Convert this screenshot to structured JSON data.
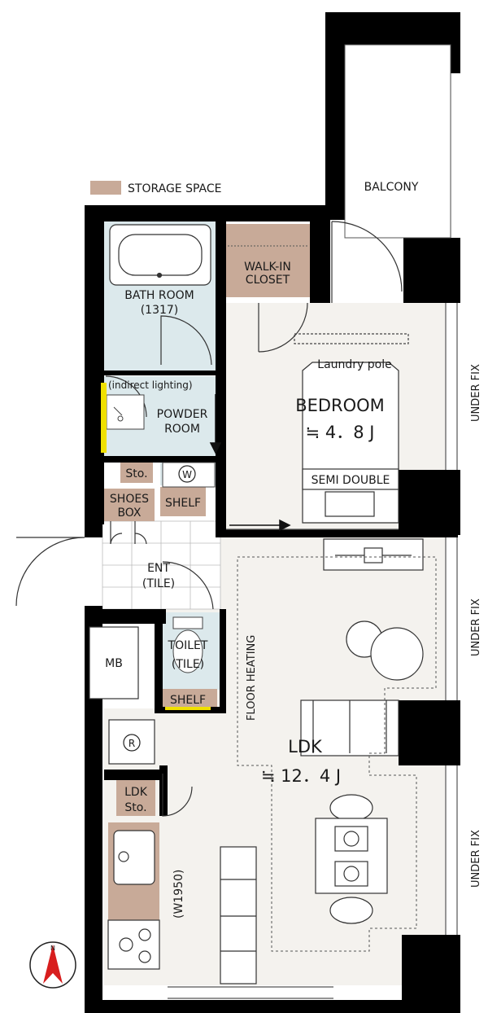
{
  "legend": {
    "storage_label": "STORAGE SPACE"
  },
  "rooms": {
    "balcony": "BALCONY",
    "walkin_line1": "WALK-IN",
    "walkin_line2": "CLOSET",
    "bath": "BATH ROOM",
    "bath_size": "(1317)",
    "indirect": "(indirect lighting)",
    "powder_line1": "POWDER",
    "powder_line2": "ROOM",
    "sto": "Sto.",
    "shoes_line1": "SHOES",
    "shoes_line2": "BOX",
    "shelf": "SHELF",
    "washer": "W",
    "ent": "ENT",
    "ent_floor": "(TILE)",
    "toilet": "TOILET",
    "toilet_floor": "(TILE)",
    "toilet_shelf": "SHELF",
    "mb": "MB",
    "fridge": "R",
    "ldk_sto_line1": "LDK",
    "ldk_sto_line2": "Sto.",
    "bedroom": "BEDROOM",
    "bedroom_size": "≒ 4．8 J",
    "laundry_pole": "Laundry pole",
    "semi_double": "SEMI DOUBLE",
    "floor_heating": "FLOOR HEATING",
    "ldk": "LDK",
    "ldk_size": "≒ 12．4 J",
    "kitchen_width": "(W1950)",
    "under_fix_1": "UNDER FIX",
    "under_fix_2": "UNDER FIX",
    "under_fix_3": "UNDER FIX",
    "compass_n": "N"
  },
  "colors": {
    "wall": "#000000",
    "storage": "#c8aa98",
    "bath_tint": "#dce9ec",
    "floor": "#f4f2ee",
    "accent_yellow": "#f0e000",
    "compass_red": "#d81e1e"
  }
}
